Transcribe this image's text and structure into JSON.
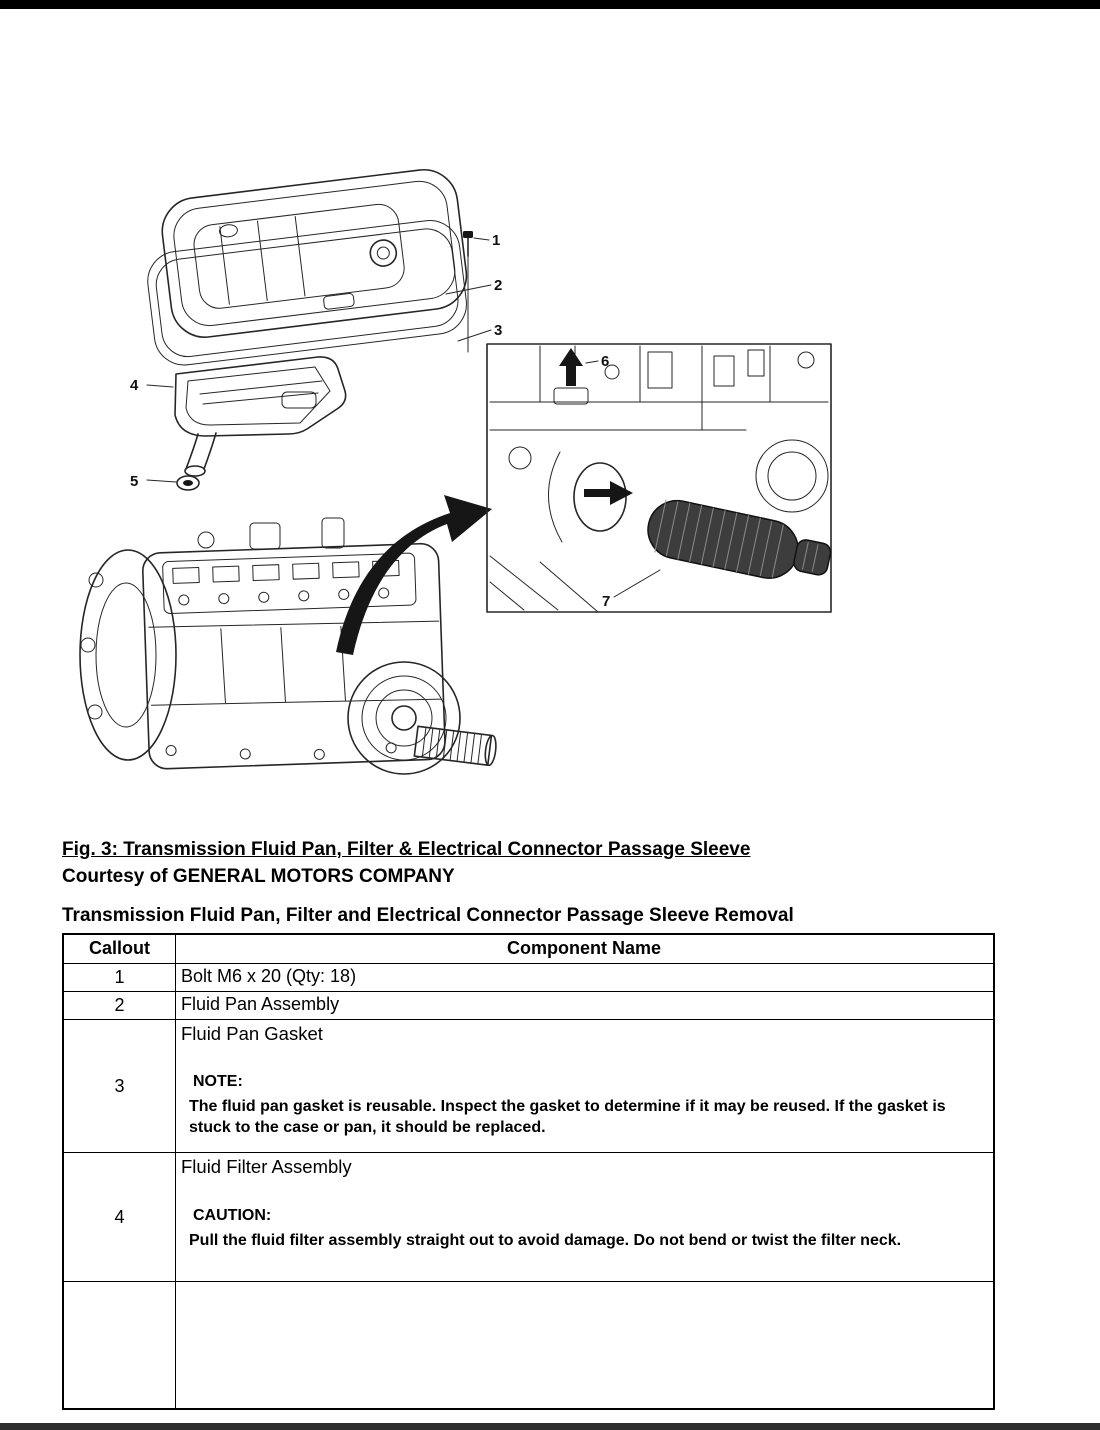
{
  "figure": {
    "caption_line1": "Fig. 3: Transmission Fluid Pan, Filter & Electrical Connector Passage Sleeve",
    "caption_line2": "Courtesy of GENERAL MOTORS COMPANY"
  },
  "diagram": {
    "callouts": [
      "1",
      "2",
      "3",
      "4",
      "5",
      "6",
      "7"
    ]
  },
  "table": {
    "title": "Transmission Fluid Pan, Filter and Electrical Connector Passage Sleeve Removal",
    "headers": [
      "Callout",
      "Component Name"
    ],
    "rows": [
      {
        "callout": "1",
        "name": "Bolt M6 x 20 (Qty: 18)",
        "note_label": "",
        "note": ""
      },
      {
        "callout": "2",
        "name": "Fluid Pan Assembly",
        "note_label": "",
        "note": ""
      },
      {
        "callout": "3",
        "name": "Fluid Pan Gasket",
        "note_label": "NOTE:",
        "note": "The fluid pan gasket is reusable. Inspect the gasket to determine if it may be reused. If the gasket is stuck to the case or pan, it should be replaced."
      },
      {
        "callout": "4",
        "name": "Fluid Filter Assembly",
        "note_label": "CAUTION:",
        "note": "Pull the fluid filter assembly straight out to avoid damage. Do not bend or twist the filter neck."
      },
      {
        "callout": "",
        "name": "",
        "note_label": "",
        "note": ""
      }
    ]
  }
}
